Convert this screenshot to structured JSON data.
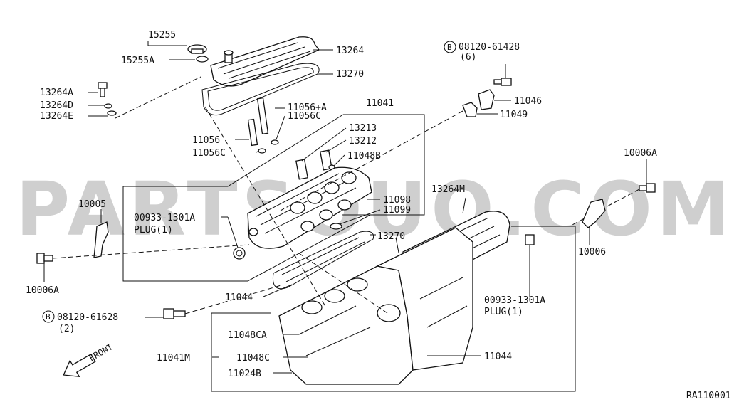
{
  "watermark": "PARTSOUQ.COM",
  "figure_code": "RA110001",
  "front_label": "FRONT",
  "labels": {
    "p15255": "15255",
    "p15255A": "15255A",
    "p13264": "13264",
    "p13270_top": "13270",
    "p13264A": "13264A",
    "p13264D": "13264D",
    "p13264E": "13264E",
    "p11056A": "11056+A",
    "p11056C_r": "11056C",
    "p11041": "11041",
    "p11056": "11056",
    "p11056C_l": "11056C",
    "p13213": "13213",
    "p13212": "13212",
    "p11048B": "11048B",
    "p11098": "11098",
    "p11099": "11099",
    "p13264M": "13264M",
    "p13270_mid": "13270",
    "p10005": "10005",
    "plug_left_num": "00933-1301A",
    "plug_left_txt": "PLUG(1)",
    "p10006A_left": "10006A",
    "p11044_left": "11044",
    "bolt_bottom_num": "08120-61628",
    "bolt_bottom_qty": "(2)",
    "bolt_top_num": "08120-61428",
    "bolt_top_qty": "(6)",
    "p11046": "11046",
    "p11049": "11049",
    "p10006A_right": "10006A",
    "p10006": "10006",
    "plug_right_num": "00933-1301A",
    "plug_right_txt": "PLUG(1)",
    "p11048CA": "11048CA",
    "p11048C": "11048C",
    "p11024B": "11024B",
    "p11041M": "11041M",
    "p11044_right": "11044",
    "bolt_marker": "B"
  }
}
